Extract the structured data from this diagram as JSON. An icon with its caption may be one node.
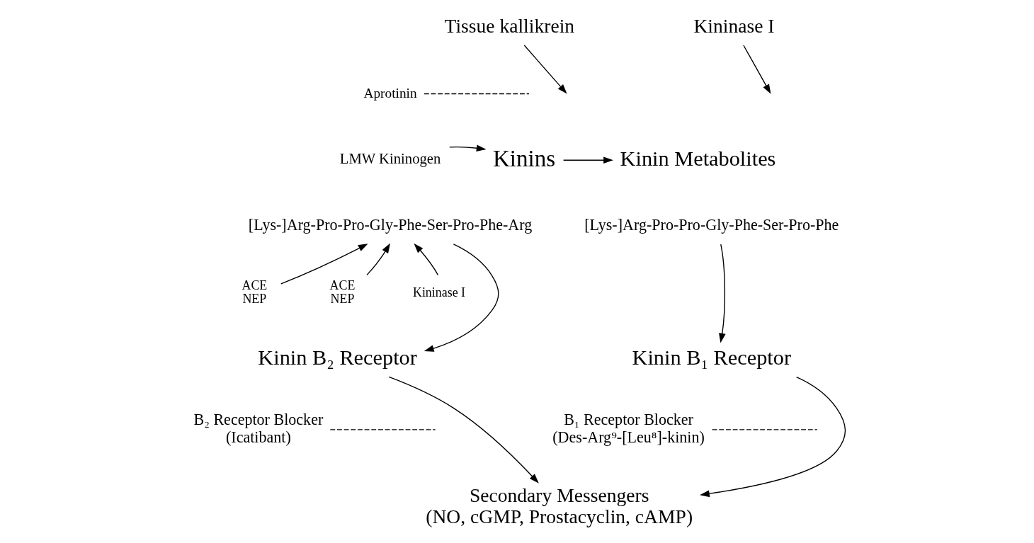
{
  "diagram": {
    "nodes": [
      {
        "text": [
          "Tissue kallikrein"
        ]
      },
      {
        "text": [
          "Aprotinin"
        ]
      },
      {
        "text": [
          "LMW Kininogen"
        ]
      },
      {
        "text": [
          "Kinins"
        ]
      },
      {
        "text": [
          "Kininase I"
        ]
      },
      {
        "text": [
          "Kinin Metabolites"
        ]
      },
      {
        "text": [
          "[Lys-]Arg-Pro-Pro-Gly-Phe-Ser-Pro-Phe-Arg"
        ]
      },
      {
        "text": [
          "ACE NEP"
        ]
      },
      {
        "text": [
          "ACE NEP"
        ]
      },
      {
        "text": [
          "Kininase I"
        ]
      },
      {
        "text": [
          "[Lys-]Arg-Pro-Pro-Gly-Phe-Ser-Pro-Phe"
        ]
      },
      {
        "text": [
          "Kinin B₂ Receptor"
        ]
      },
      {
        "text": [
          "Kinin B₁ Receptor"
        ]
      },
      {
        "text": [
          "B₂ Receptor Blocker",
          "(Icatibant)"
        ]
      },
      {
        "text": [
          "B₁ Receptor Blocker",
          "(Des-Arg⁹-[Leu⁸]-kinin)"
        ]
      },
      {
        "text": [
          "Secondary Messengers",
          "(NO, cGMP, Prostacyclin, cAMP)"
        ]
      }
    ],
    "edges": [
      {
        "from": 2,
        "to": 3,
        "arrow": "to"
      },
      {
        "from": 0,
        "to": null,
        "arrow": "to"
      },
      {
        "from": 1,
        "to": null,
        "arrow": "none",
        "style": "dashed"
      },
      {
        "from": 3,
        "to": 5,
        "arrow": "to"
      },
      {
        "from": 4,
        "to": null,
        "arrow": "to"
      },
      {
        "from": 7,
        "to": 6,
        "arrow": "to"
      },
      {
        "from": 8,
        "to": 6,
        "arrow": "to"
      },
      {
        "from": 9,
        "to": 6,
        "arrow": "to"
      },
      {
        "from": 6,
        "to": 11,
        "arrow": "to"
      },
      {
        "from": 10,
        "to": 12,
        "arrow": "to"
      },
      {
        "from": 11,
        "to": 15,
        "arrow": "to"
      },
      {
        "from": 12,
        "to": 15,
        "arrow": "to"
      },
      {
        "from": 13,
        "to": null,
        "arrow": "none",
        "style": "dashed"
      },
      {
        "from": 14,
        "to": null,
        "arrow": "none",
        "style": "dashed"
      }
    ]
  }
}
